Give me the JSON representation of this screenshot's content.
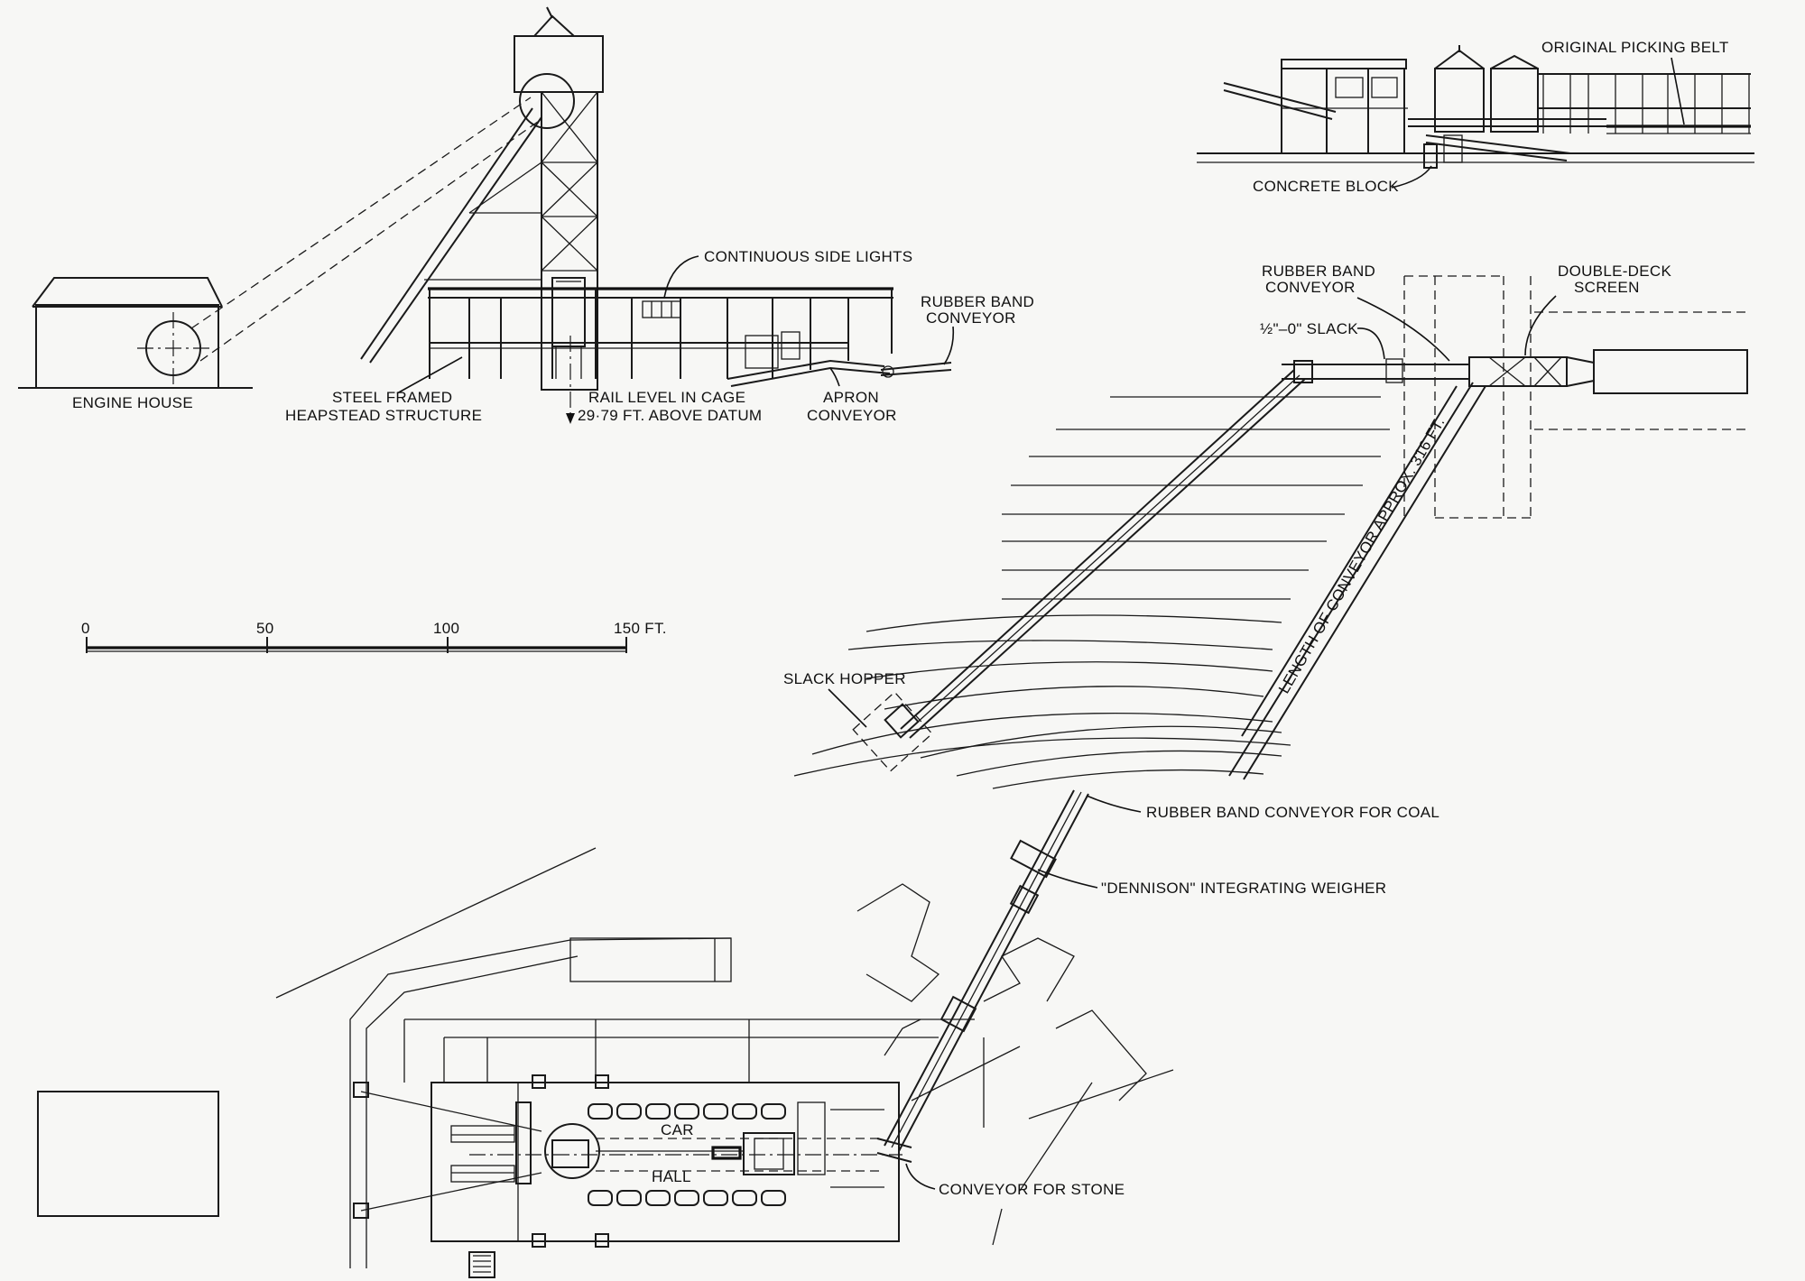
{
  "labels": {
    "engine_house": "ENGINE HOUSE",
    "steel_framed": "STEEL FRAMED",
    "heapstead_structure": "HEAPSTEAD STRUCTURE",
    "continuous_side_lights": "CONTINUOUS SIDE LIGHTS",
    "rubber_band_conveyor_1": "RUBBER BAND",
    "rubber_band_conveyor_2": "CONVEYOR",
    "rail_level_1": "RAIL LEVEL IN CAGE",
    "rail_level_2": "29·79 FT. ABOVE DATUM",
    "apron_conveyor_1": "APRON",
    "apron_conveyor_2": "CONVEYOR",
    "original_picking_belt": "ORIGINAL PICKING BELT",
    "concrete_block": "CONCRETE BLOCK",
    "rubber_band_conveyor_plan_1": "RUBBER BAND",
    "rubber_band_conveyor_plan_2": "CONVEYOR",
    "double_deck_screen_1": "DOUBLE-DECK",
    "double_deck_screen_2": "SCREEN",
    "slack": "½\"–0\" SLACK",
    "conveyor_length": "LENGTH OF CONVEYOR APPROX. 316 FT.",
    "slack_hopper": "SLACK HOPPER",
    "rubber_band_conveyor_coal": "RUBBER BAND CONVEYOR FOR COAL",
    "dennison_weigher": "\"DENNISON\" INTEGRATING WEIGHER",
    "car": "CAR",
    "hall": "HALL",
    "conveyor_for_stone": "CONVEYOR FOR STONE"
  },
  "scale_bar": {
    "ticks": [
      "0",
      "50",
      "100",
      "150 FT."
    ]
  },
  "colors": {
    "ink": "#1a1a1a",
    "paper": "#f7f7f5"
  }
}
